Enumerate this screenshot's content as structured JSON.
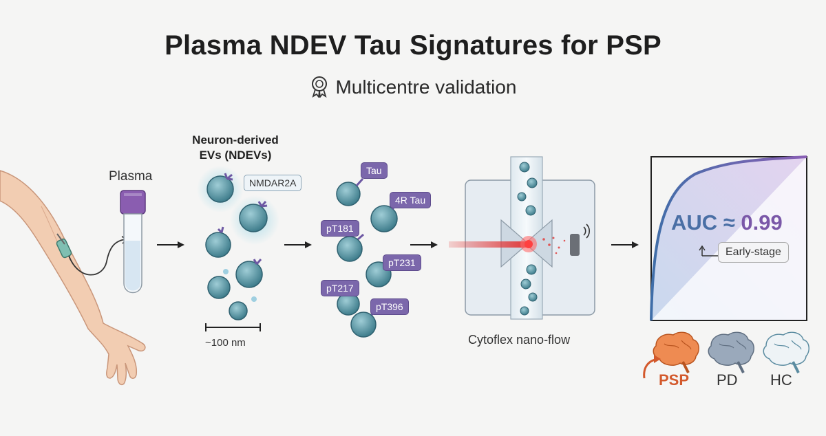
{
  "title": "Plasma NDEV Tau Signatures for PSP",
  "subtitle": "Multicentre validation",
  "subtitle_icon": "award-ribbon-icon",
  "steps": {
    "plasma_label": "Plasma",
    "ndev_title_line1": "Neuron-derived",
    "ndev_title_line2": "EVs (NDEVs)",
    "ndev_marker": "NMDAR2A",
    "scale_label": "~100 nm",
    "tau_tags": [
      "Tau",
      "4R Tau",
      "pT181",
      "pT231",
      "pT217",
      "pT396"
    ],
    "instrument_label": "Cytoflex nano-flow"
  },
  "result": {
    "auc_prefix": "AUC ≈ ",
    "auc_value": "0.99",
    "early_label": "Early-stage",
    "groups": [
      "PSP",
      "PD",
      "HC"
    ]
  },
  "colors": {
    "ev_fill": "#5b97a6",
    "purple": "#7b67ab",
    "psp": "#d3592c",
    "laser": "#e23b3b",
    "roc_line": "#4a6fa5"
  }
}
